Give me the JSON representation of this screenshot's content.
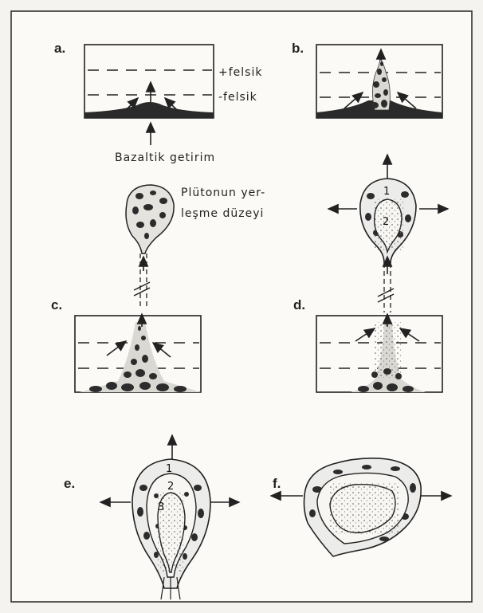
{
  "panels": {
    "a": "a.",
    "b": "b.",
    "c": "c.",
    "d": "d.",
    "e": "e.",
    "f": "f."
  },
  "labels": {
    "plus_felsic": "+felsik",
    "minus_felsic": "-felsik",
    "basaltic_input": "Bazaltik getirim",
    "pluton_level_line1": "Plütonun yer-",
    "pluton_level_line2": "leşme düzeyi"
  },
  "zones": {
    "d1": "1",
    "d2": "2",
    "e1": "1",
    "e2": "2",
    "e3": "3"
  }
}
